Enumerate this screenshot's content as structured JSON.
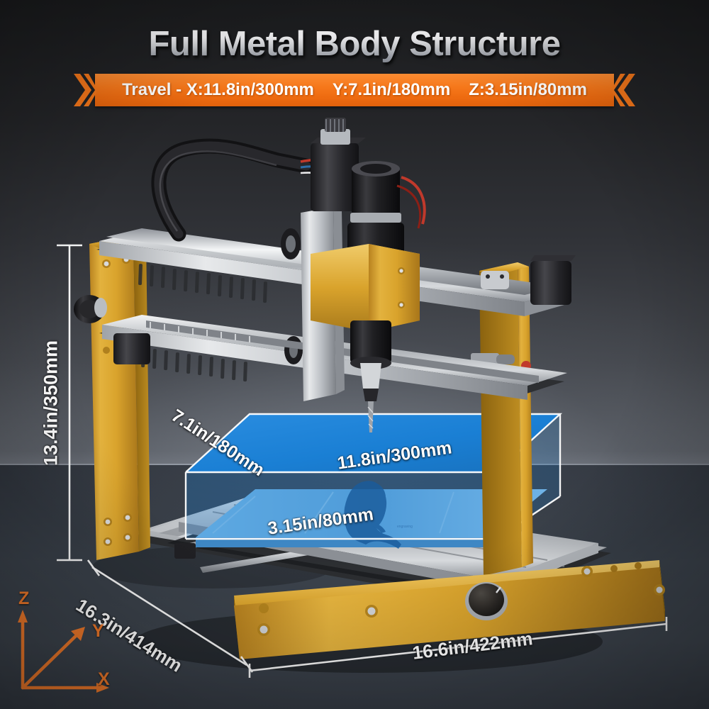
{
  "header": {
    "title": "Full Metal Body Structure",
    "banner": {
      "travel_label": "Travel - X:11.8in/300mm",
      "y_travel": "Y:7.1in/180mm",
      "z_travel": "Z:3.15in/80mm",
      "left_chevron_icon": "double-chevron-right-icon",
      "right_chevron_icon": "double-chevron-left-icon",
      "color": "#f3761a"
    }
  },
  "machine": {
    "product_type": "cnc-router-3018",
    "frame_color": "#d9a32c",
    "rail_color": "#c6c8ca",
    "spindle_color": "#1c1c1e"
  },
  "dimensions": {
    "height": "13.4in/350mm",
    "base_depth": "16.3in/414mm",
    "base_width": "16.6in/422mm"
  },
  "work_volume": {
    "y_depth": "7.1in/180mm",
    "x_width": "11.8in/300mm",
    "z_height": "3.15in/80mm",
    "volume_color": "#1a7fd4",
    "plate_color": "#58a5df"
  },
  "axis_indicator": {
    "z": "Z",
    "y": "Y",
    "x": "X",
    "color": "#f0792a"
  },
  "colors": {
    "background_top": "#1d1d1f",
    "background_mid": "#5b5f66",
    "floor": "#3c434c",
    "accent_orange": "#f3761a",
    "gold": "#d9a32c",
    "blue": "#1a7fd4"
  }
}
